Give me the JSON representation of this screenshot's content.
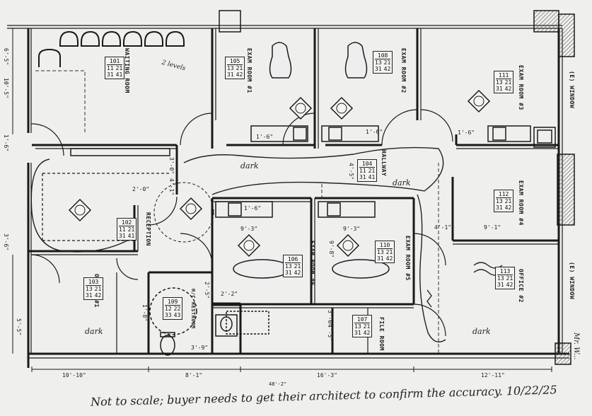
{
  "rooms": {
    "waiting": "WAITING ROOM",
    "exam1": "EXAM ROOM #1",
    "exam2": "EXAM ROOM #2",
    "exam3": "EXAM ROOM #3",
    "exam4": "EXAM ROOM #4",
    "exam5": "EXAM ROOM #5",
    "exam6": "EXAM ROOM #6",
    "hallway": "HALLWAY",
    "reception": "RECEPTION",
    "office1": "OFFICE #1",
    "office2": "OFFICE #2",
    "file_room": "FILE ROOM",
    "restroom": "H/C RESTROOM",
    "window1": "(E) WINDOW",
    "window2": "(E) WINDOW"
  },
  "tags": {
    "t101": {
      "num": "101",
      "a": "11",
      "b": "21",
      "c": "31",
      "d": "41"
    },
    "t105": {
      "num": "105",
      "a": "13",
      "b": "21",
      "c": "31",
      "d": "42"
    },
    "t108": {
      "num": "108",
      "a": "13",
      "b": "21",
      "c": "31",
      "d": "42"
    },
    "t111": {
      "num": "111",
      "a": "13",
      "b": "21",
      "c": "31",
      "d": "42"
    },
    "t104": {
      "num": "104",
      "a": "11",
      "b": "21",
      "c": "31",
      "d": "41"
    },
    "t112": {
      "num": "112",
      "a": "13",
      "b": "21",
      "c": "31",
      "d": "42"
    },
    "t102": {
      "num": "102",
      "a": "11",
      "b": "21",
      "c": "31",
      "d": "41"
    },
    "t106": {
      "num": "106",
      "a": "13",
      "b": "21",
      "c": "31",
      "d": "42"
    },
    "t110": {
      "num": "110",
      "a": "13",
      "b": "21",
      "c": "31",
      "d": "42"
    },
    "t103": {
      "num": "103",
      "a": "13",
      "b": "21",
      "c": "31",
      "d": "42"
    },
    "t113": {
      "num": "113",
      "a": "13",
      "b": "21",
      "c": "31",
      "d": "42"
    },
    "t109": {
      "num": "109",
      "a": "12",
      "b": "22",
      "c": "33",
      "d": "43"
    },
    "t107": {
      "num": "107",
      "a": "13",
      "b": "21",
      "c": "31",
      "d": "42"
    }
  },
  "dimensions": {
    "d1": "1'-6\"",
    "d2": "1'-6\"",
    "d3": "1'-6\"",
    "d4": "1'-6\"",
    "d5": "4'-5\"",
    "d6": "3'-0\"",
    "d7": "4'-1\"",
    "d8": "2'-0\"",
    "d9": "9'-3\"",
    "d10": "9'-3\"",
    "d11": "9'-8\"",
    "d12": "4'-1\"",
    "d13": "9'-1\"",
    "d14": "2'-2\"",
    "d15": "2'-5\"",
    "d16": "1'-8\"",
    "d17": "3'-9\"",
    "d18": "3'-0\"",
    "d19": "4'-5\"",
    "d20": "3'-6\"",
    "d21": "10'-10\"",
    "d22": "8'-1\"",
    "d23": "16'-3\"",
    "d24": "12'-11\"",
    "d25": "48'-2\"",
    "d26": "6'-5\"",
    "d27": "10'-5\"",
    "d28": "5'-5\"",
    "d29": "1'-6\""
  },
  "handwriting": {
    "note": "Not to scale; buyer needs to get their architect to confirm the accuracy. 10/22/25",
    "dark1": "dark",
    "dark2": "dark",
    "dark3": "dark",
    "dark4": "dark",
    "two_levels": "2 levels",
    "mr_w": "Mr. W..."
  }
}
